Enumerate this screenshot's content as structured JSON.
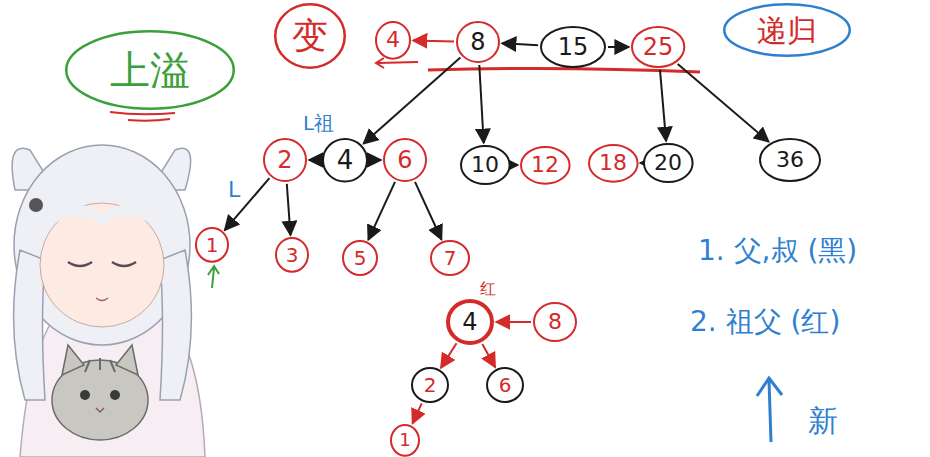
{
  "diagram": {
    "nodes": [
      {
        "text": [
          "上溢"
        ]
      },
      {
        "text": [
          "变"
        ]
      },
      {
        "text": [
          "4"
        ]
      },
      {
        "text": [
          "8"
        ]
      },
      {
        "text": [
          "15"
        ]
      },
      {
        "text": [
          "25"
        ]
      },
      {
        "text": [
          "递归"
        ]
      },
      {
        "text": [
          "2"
        ]
      },
      {
        "text": [
          "4"
        ]
      },
      {
        "text": [
          "6"
        ]
      },
      {
        "text": [
          "10"
        ]
      },
      {
        "text": [
          "12"
        ]
      },
      {
        "text": [
          "18"
        ]
      },
      {
        "text": [
          "20"
        ]
      },
      {
        "text": [
          "36"
        ]
      },
      {
        "text": [
          "1"
        ]
      },
      {
        "text": [
          "3"
        ]
      },
      {
        "text": [
          "5"
        ]
      },
      {
        "text": [
          "7"
        ]
      },
      {
        "text": [
          "4"
        ]
      },
      {
        "text": [
          "8"
        ]
      },
      {
        "text": [
          "2"
        ]
      },
      {
        "text": [
          "6"
        ]
      },
      {
        "text": [
          "1"
        ]
      }
    ],
    "edges": [
      {
        "from": 3,
        "to": 2,
        "arrow": "to"
      },
      {
        "from": 4,
        "to": 3,
        "arrow": "to"
      },
      {
        "from": 4,
        "to": 5,
        "arrow": "to"
      },
      {
        "from": 3,
        "to": 8,
        "arrow": "to"
      },
      {
        "from": 3,
        "to": 10,
        "arrow": "to"
      },
      {
        "from": 5,
        "to": 13,
        "arrow": "to"
      },
      {
        "from": 5,
        "to": 14,
        "arrow": "to"
      },
      {
        "from": 8,
        "to": 7,
        "arrow": "to"
      },
      {
        "from": 8,
        "to": 9,
        "arrow": "to"
      },
      {
        "from": 10,
        "to": 11,
        "arrow": "to"
      },
      {
        "from": 13,
        "to": 12,
        "arrow": "to"
      },
      {
        "from": 7,
        "to": 15,
        "arrow": "to"
      },
      {
        "from": 7,
        "to": 16,
        "arrow": "to"
      },
      {
        "from": 9,
        "to": 17,
        "arrow": "to"
      },
      {
        "from": 9,
        "to": 18,
        "arrow": "to"
      },
      {
        "from": 20,
        "to": 19,
        "arrow": "to"
      },
      {
        "from": 19,
        "to": 21,
        "arrow": "to"
      },
      {
        "from": 19,
        "to": 22,
        "arrow": "to"
      },
      {
        "from": 21,
        "to": 23,
        "arrow": "to"
      }
    ],
    "labels": [
      "L祖",
      "L",
      "红",
      "1. 父,叔 (黑)",
      "2. 祖父 (红)",
      "新"
    ]
  }
}
